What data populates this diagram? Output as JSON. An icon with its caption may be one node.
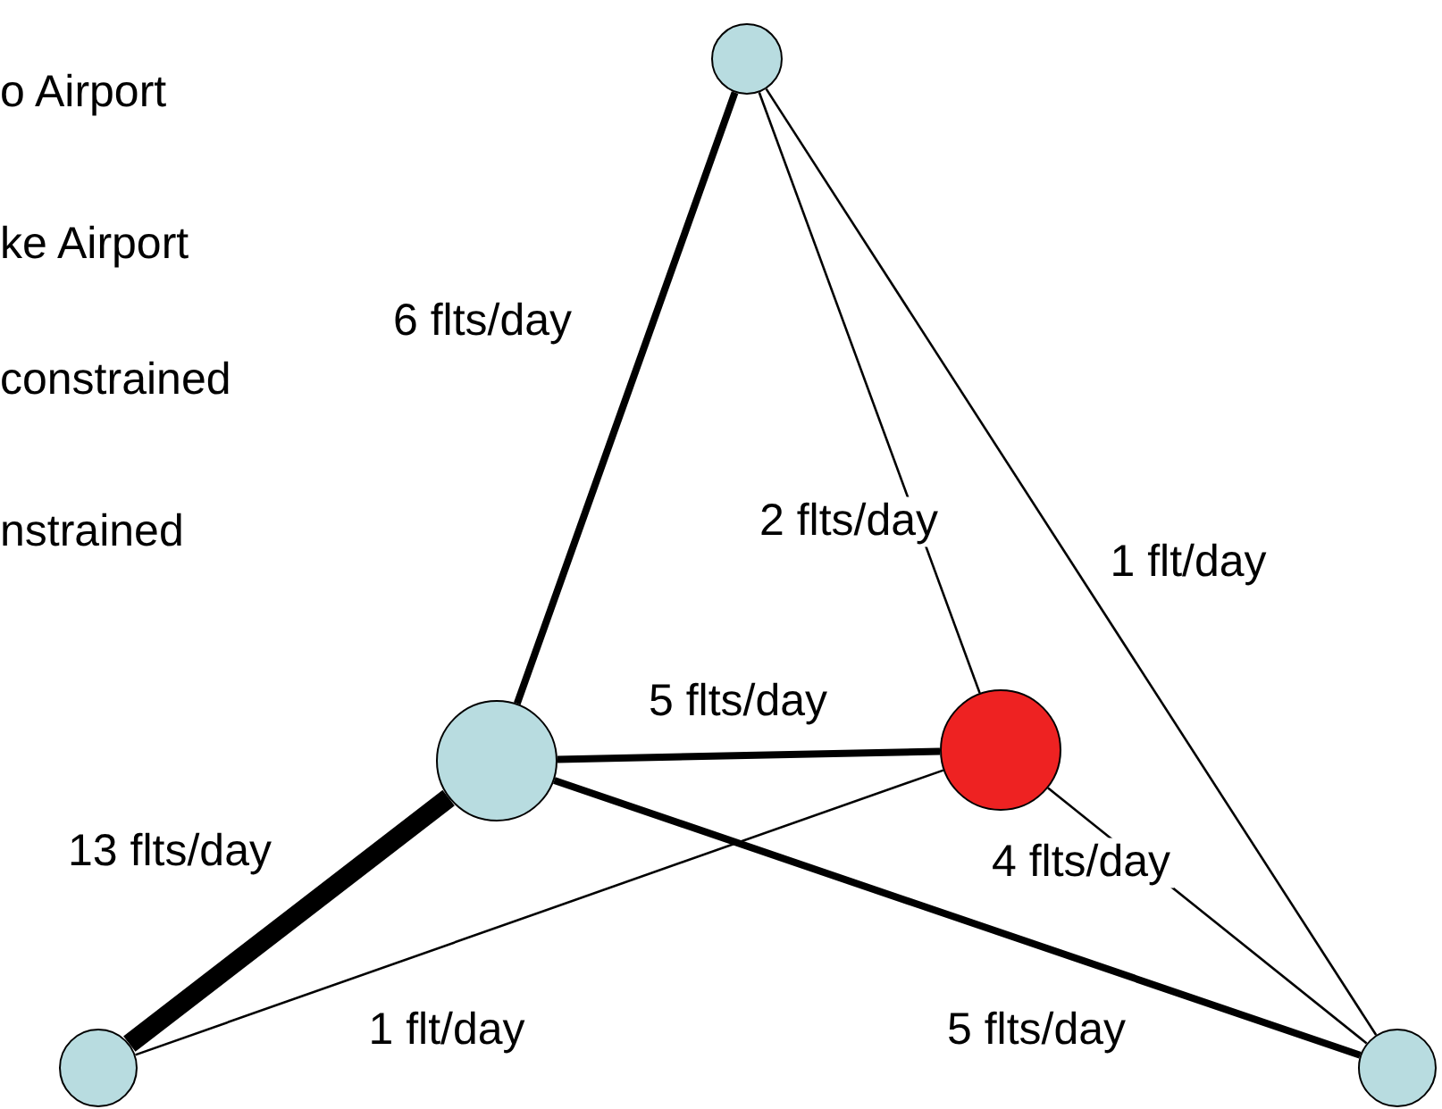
{
  "diagram": {
    "nodes": [
      {
        "text": [],
        "shape": "circle"
      },
      {
        "text": [],
        "shape": "circle"
      },
      {
        "text": [],
        "shape": "circle"
      },
      {
        "text": [],
        "shape": "circle"
      },
      {
        "text": [],
        "shape": "circle"
      }
    ],
    "edges": [
      {
        "from": 0,
        "to": 1,
        "arrow": "none",
        "label": "6 flts/day",
        "style": "thick"
      },
      {
        "from": 0,
        "to": 2,
        "arrow": "none",
        "label": "2 flts/day"
      },
      {
        "from": 0,
        "to": 4,
        "arrow": "none",
        "label": "1 flt/day"
      },
      {
        "from": 1,
        "to": 2,
        "arrow": "none",
        "label": "5 flts/day",
        "style": "thick"
      },
      {
        "from": 1,
        "to": 3,
        "arrow": "none",
        "label": "13 flts/day",
        "style": "thick"
      },
      {
        "from": 2,
        "to": 4,
        "arrow": "none",
        "label": "4 flts/day"
      },
      {
        "from": 3,
        "to": 2,
        "arrow": "none",
        "label": "1 flt/day"
      },
      {
        "from": 1,
        "to": 4,
        "arrow": "none",
        "label": "5 flts/day",
        "style": "thick"
      }
    ],
    "labels": [
      "o Airport",
      "ke Airport",
      "constrained",
      "nstrained"
    ]
  }
}
